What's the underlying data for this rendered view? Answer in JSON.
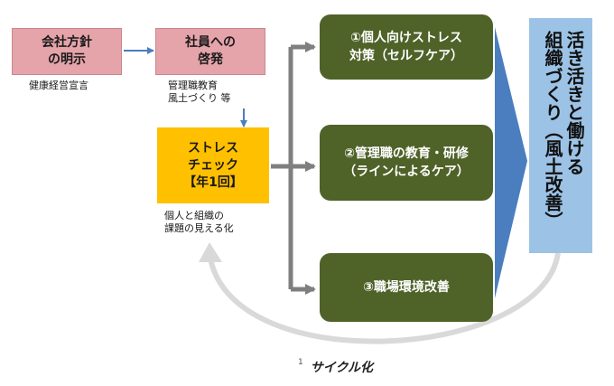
{
  "diagram": {
    "policy_box": "会社方針\nの明示",
    "policy_note": "健康経営宣言",
    "awareness_box": "社員への\n啓発",
    "awareness_note": "管理職教育\n風土づくり 等",
    "stress_check_box": "ストレス\nチェック\n【年1回】",
    "stress_check_note": "個人と組織の\n課題の見える化",
    "measure_1": "①個人向けストレス\n対策（セルフケア）",
    "measure_2": "②管理職の教育・研修\n（ラインによるケア）",
    "measure_3": "③職場環境改善",
    "goal_line_1": "組織づくり（風土改善）",
    "goal_line_2": "活き活きと働ける",
    "cycle_superscript": "1",
    "cycle_label": "サイクル化"
  },
  "colors": {
    "pink": "#e5a3aa",
    "yellow": "#ffc000",
    "green": "#4f6228",
    "goal_blue": "#9cc3e6",
    "arrow_blue": "#4a7ebf",
    "arrow_gray": "#7f7f7f",
    "cycle_gray": "#d9d9d9"
  }
}
